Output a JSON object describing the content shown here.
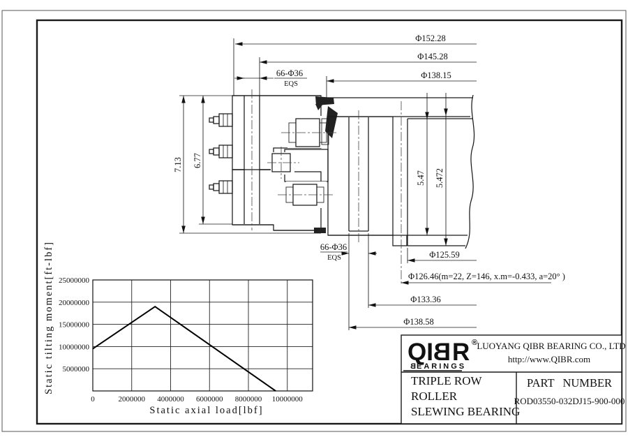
{
  "drawing": {
    "dims": {
      "dia_152_28": "Φ152.28",
      "dia_145_28": "Φ145.28",
      "dia_138_15": "Φ138.15",
      "bolt_top": "66-Φ36",
      "bolt_top_note": "EQS",
      "height_7_13": "7.13",
      "height_6_77": "6.77",
      "height_5_47": "5.47",
      "height_5_472": "5.472",
      "bolt_bottom": "66-Φ36",
      "bolt_bottom_note": "EQS",
      "dia_125_59": "Φ125.59",
      "gear_spec": "Φ126.46(m=22, Z=146, x.m=-0.433, a=20° )",
      "dia_133_36": "Φ133.36",
      "dia_138_58": "Φ138.58"
    }
  },
  "chart_data": {
    "type": "line",
    "xlabel": "Static axial load[lbf]",
    "ylabel": "Static tilting moment[ft-lbf]",
    "x_ticks": [
      0,
      2000000,
      4000000,
      6000000,
      8000000,
      10000000
    ],
    "y_ticks": [
      5000000,
      10000000,
      15000000,
      20000000,
      25000000
    ],
    "xlim": [
      0,
      11300000
    ],
    "ylim": [
      0,
      25000000
    ],
    "grid": true,
    "legend": "none",
    "series": [
      {
        "name": "static-load-curve",
        "points": [
          [
            0,
            9500000
          ],
          [
            3200000,
            19000000
          ],
          [
            9400000,
            0
          ]
        ]
      }
    ]
  },
  "title_block": {
    "logo_text": "QIBR",
    "logo_registered": "®",
    "logo_sub": "BEARINGS",
    "company_name": "LUOYANG QIBR BEARING CO., LTD",
    "company_url": "http://www.QIBR.com",
    "product_lines": [
      "TRIPLE ROW",
      "ROLLER",
      "SLEWING BEARING"
    ],
    "part_number_label": "PART NUMBER",
    "part_number": "ROD03550-032DJ15-900-000"
  }
}
